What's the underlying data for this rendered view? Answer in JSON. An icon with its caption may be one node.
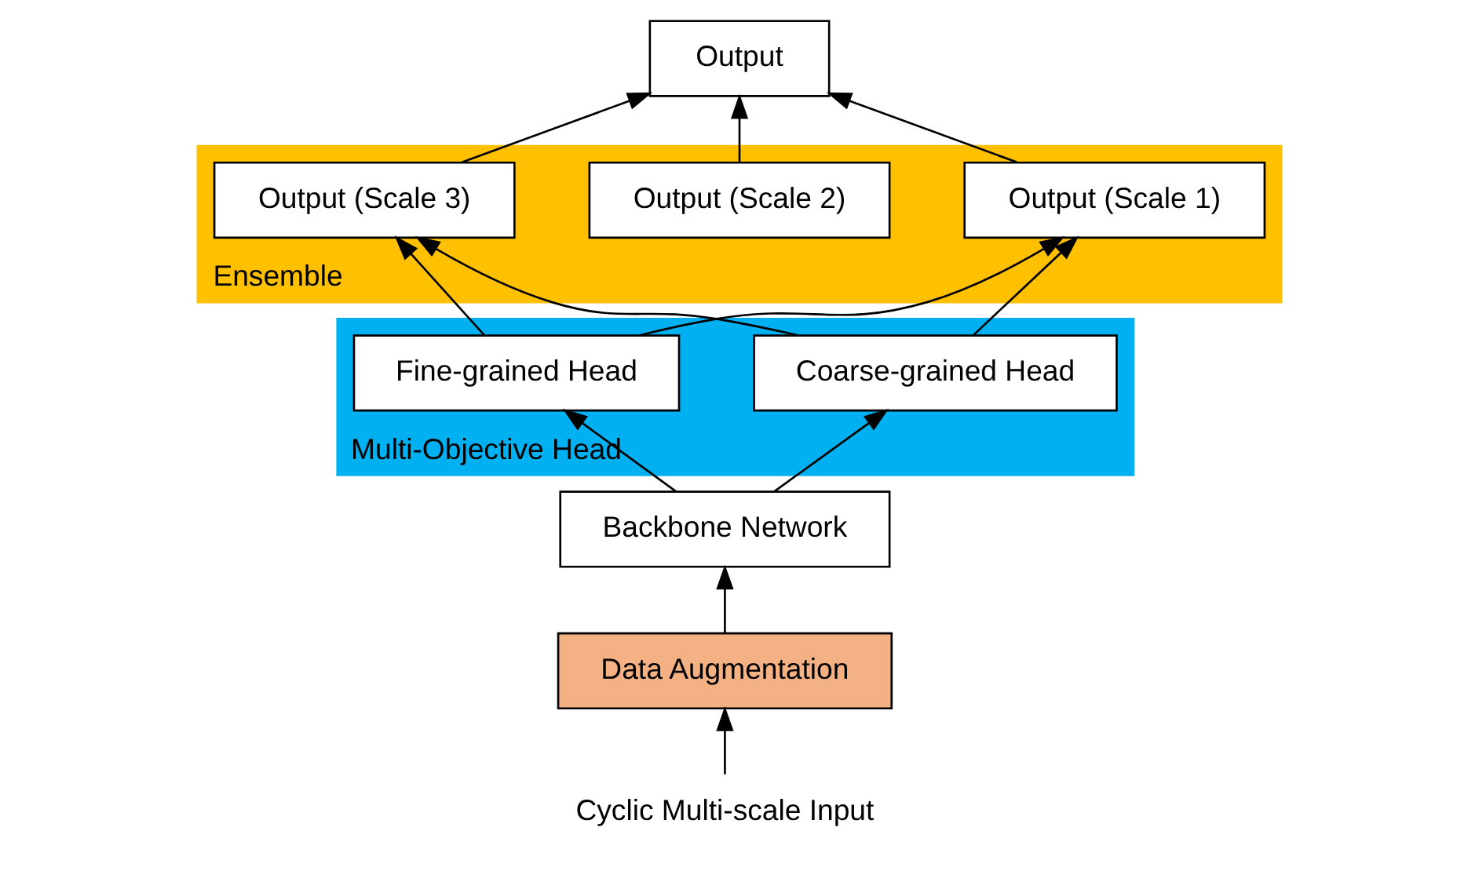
{
  "diagram": {
    "nodes": [
      {
        "text": [
          "Output"
        ]
      },
      {
        "text": [
          "Ensemble"
        ]
      },
      {
        "text": [
          "Output (Scale 1)"
        ],
        "in": 1
      },
      {
        "text": [
          "Output (Scale 2)"
        ],
        "in": 1
      },
      {
        "text": [
          "Output (Scale 3)"
        ],
        "in": 1
      },
      {
        "text": [
          "Multi-Objective Head"
        ]
      },
      {
        "text": [
          "Coarse-grained Head"
        ],
        "in": 5
      },
      {
        "text": [
          "Fine-grained Head"
        ],
        "in": 5
      },
      {
        "text": [
          "Backbone Network"
        ]
      },
      {
        "text": [
          "Data Augmentation"
        ]
      },
      {
        "text": [
          "Cyclic Multi-scale Input"
        ]
      }
    ],
    "edges": [
      {
        "from": 2,
        "to": 0,
        "arrow": "to"
      },
      {
        "from": 3,
        "to": 0,
        "arrow": "to"
      },
      {
        "from": 4,
        "to": 0,
        "arrow": "to"
      },
      {
        "from": 6,
        "to": 2,
        "arrow": "to"
      },
      {
        "from": 6,
        "to": 4,
        "arrow": "to"
      },
      {
        "from": 7,
        "to": 2,
        "arrow": "to"
      },
      {
        "from": 7,
        "to": 4,
        "arrow": "to"
      },
      {
        "from": 8,
        "to": 6,
        "arrow": "to"
      },
      {
        "from": 8,
        "to": 7,
        "arrow": "to"
      },
      {
        "from": 9,
        "to": 8,
        "arrow": "to"
      },
      {
        "from": 10,
        "to": 9,
        "arrow": "to"
      }
    ]
  }
}
